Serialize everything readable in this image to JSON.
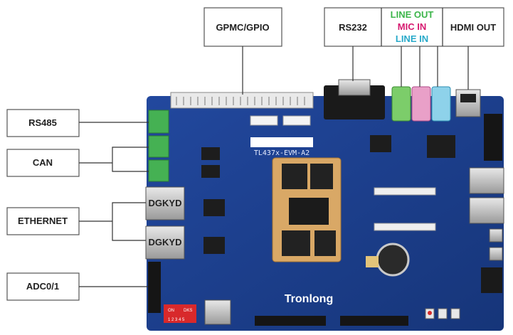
{
  "labels": {
    "gpmc_gpio": "GPMC/GPIO",
    "rs232": "RS232",
    "line_out": "LINE OUT",
    "mic_in": "MIC IN",
    "line_in": "LINE IN",
    "hdmi_out": "HDMI OUT",
    "rs485": "RS485",
    "can": "CAN",
    "ethernet": "ETHERNET",
    "adc": "ADC0/1"
  },
  "board": {
    "model": "TL437x-EVM-A2",
    "brand": "Tronlong",
    "rj45_brand": "DGKYD",
    "dip_label": "ON",
    "dip_label2": "DKS",
    "dip_numbers": "1 2 3 4 5"
  },
  "colors": {
    "line_out": "#3cb54a",
    "mic_in": "#d6186f",
    "line_in": "#27a9c9",
    "pcb": "#1c3f8f"
  }
}
